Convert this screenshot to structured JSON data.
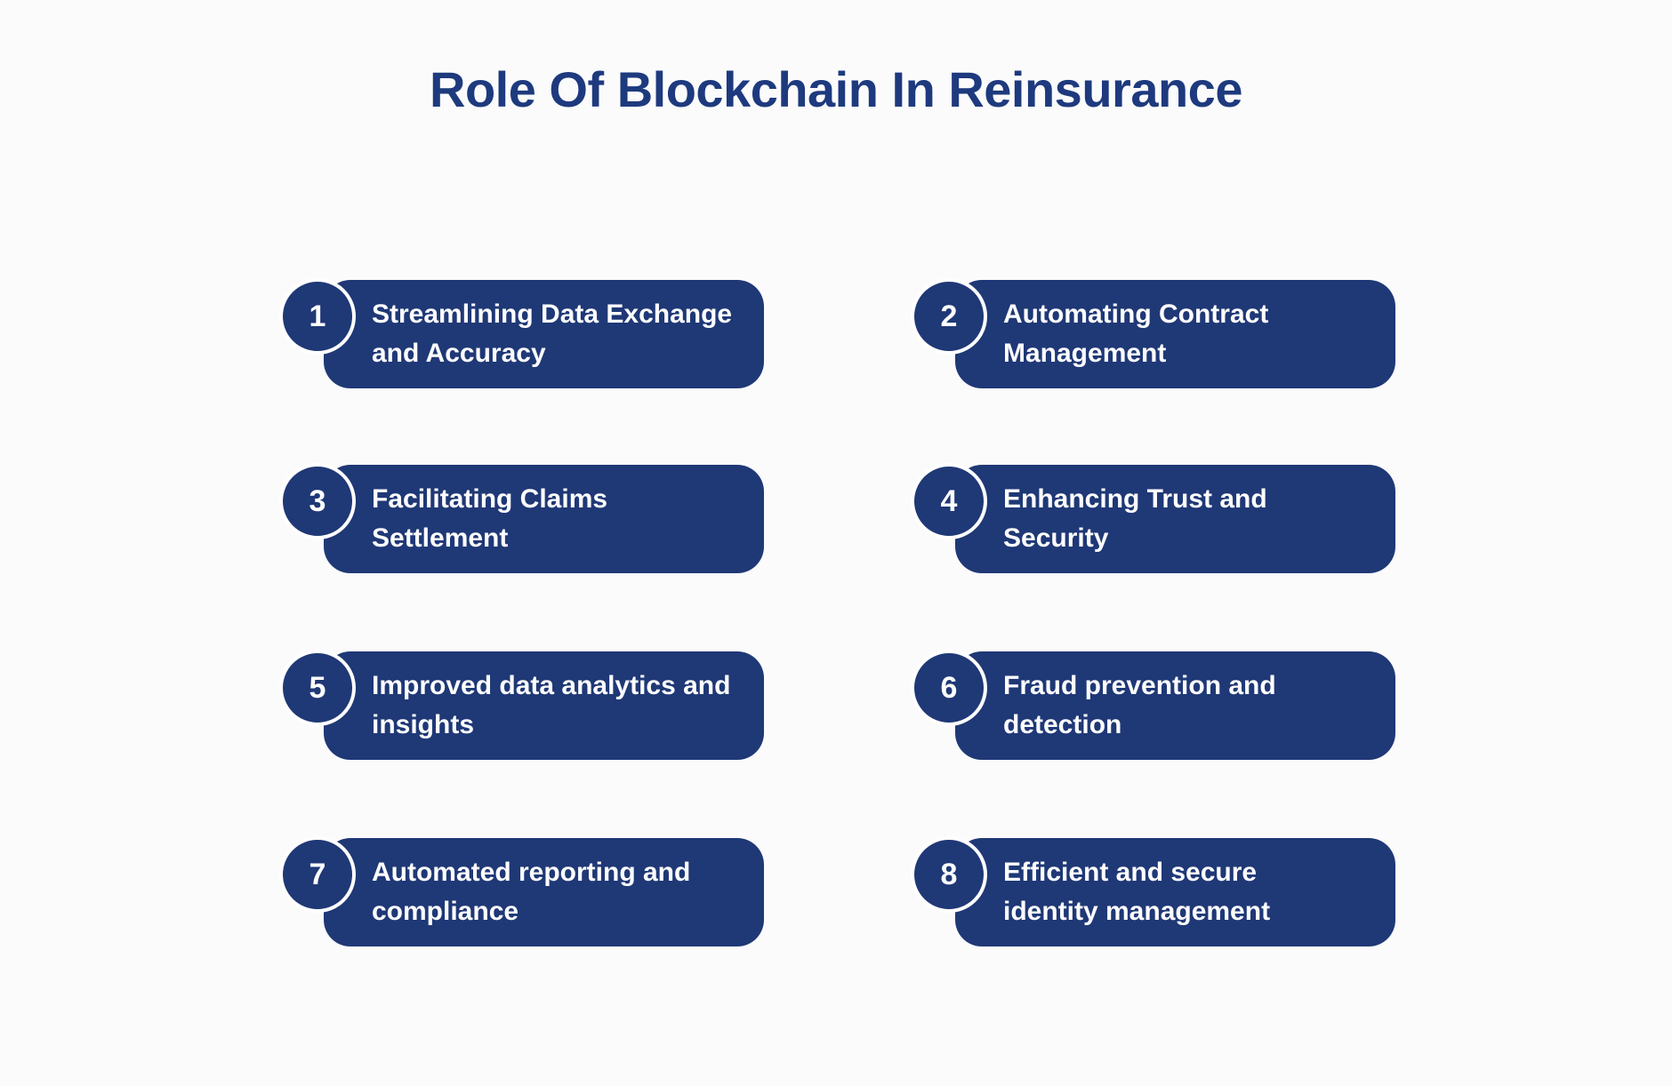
{
  "title": "Role Of Blockchain In Reinsurance",
  "colors": {
    "title_text": "#1e3a7e",
    "card_background": "#1f3876",
    "card_text": "#ffffff",
    "badge_ring": "#ffffff",
    "page_background": "#fbfbfc"
  },
  "items": [
    {
      "number": "1",
      "label": "Streamlining Data Exchange and Accuracy",
      "lines": [
        "Streamlining Data Exchange",
        "and Accuracy"
      ]
    },
    {
      "number": "2",
      "label": "Automating Contract Management",
      "lines": [
        "Automating Contract",
        "Management"
      ]
    },
    {
      "number": "3",
      "label": "Facilitating Claims Settlement",
      "lines": [
        "Facilitating Claims",
        "Settlement"
      ]
    },
    {
      "number": "4",
      "label": "Enhancing Trust and Security",
      "lines": [
        "Enhancing Trust and",
        "Security"
      ]
    },
    {
      "number": "5",
      "label": "Improved data analytics and insights",
      "lines": [
        "Improved data analytics and",
        "insights"
      ]
    },
    {
      "number": "6",
      "label": "Fraud prevention and detection",
      "lines": [
        "Fraud prevention and",
        "detection"
      ]
    },
    {
      "number": "7",
      "label": "Automated reporting and compliance",
      "lines": [
        "Automated reporting and",
        "compliance"
      ]
    },
    {
      "number": "8",
      "label": "Efficient and secure identity management",
      "lines": [
        "Efficient and secure",
        "identity management"
      ]
    }
  ]
}
